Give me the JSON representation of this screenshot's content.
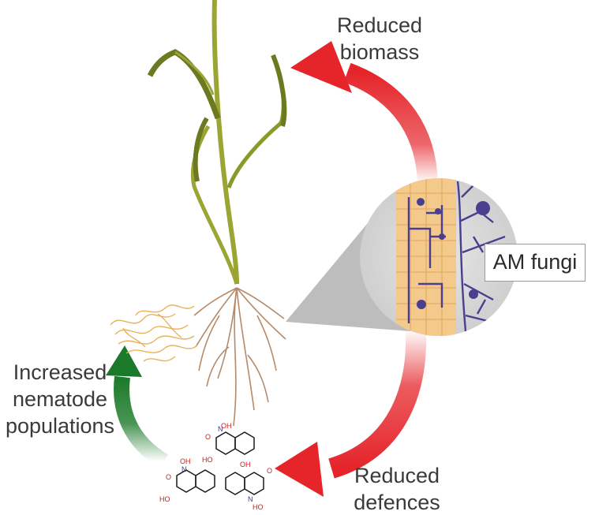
{
  "labels": {
    "biomass": [
      "Reduced",
      "biomass"
    ],
    "defences": [
      "Reduced",
      "defences"
    ],
    "nematodes": [
      "Increased",
      "nematode",
      "populations"
    ],
    "fungi": "AM fungi"
  },
  "chemistry": {
    "oh": "OH",
    "o": "O",
    "n": "N",
    "ho": "HO"
  },
  "colors": {
    "red_arrow": "#e5252a",
    "green_arrow": "#1b7a2a",
    "plant_stem": "#9aa533",
    "leaf_dark": "#6b7a20",
    "roots": "#b58a6a",
    "nematodes": "#e9b25a",
    "fungi": "#4a3e8e",
    "root_cells": "#f4c98c",
    "magnifier": "#d9d9d9",
    "text": "#3a3a3a"
  }
}
